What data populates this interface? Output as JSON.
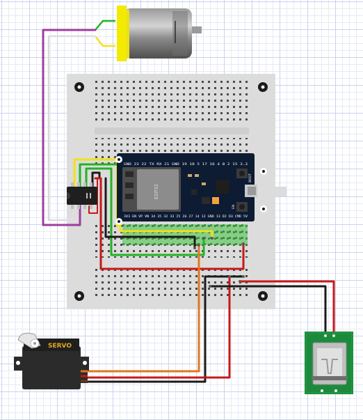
{
  "servo": {
    "label": "SERVO"
  },
  "esp32": {
    "top_pins": "GND 23 22 TX RX 21 GND 19 18 5 17 16 4 0 2 15 3.3",
    "bottom_pins": "3V3 EN VP VN 34 35 32 33 25 26 27 14 12 GND 13 D2 D3 CMD 5V",
    "boot_label": "BOOT",
    "en_label": "EN",
    "chip_text": "ESP32"
  },
  "colors": {
    "wire_purple": "#9c3d9f",
    "wire_white": "#f2f2f2",
    "wire_yellow": "#f2e21a",
    "wire_green": "#25b225",
    "wire_black": "#1a1a1a",
    "wire_red": "#c81818",
    "wire_orange": "#e3761d",
    "board_blue": "#0d1b33",
    "usb_green": "#1c8a3c",
    "motor_yellow": "#f2ea00"
  }
}
